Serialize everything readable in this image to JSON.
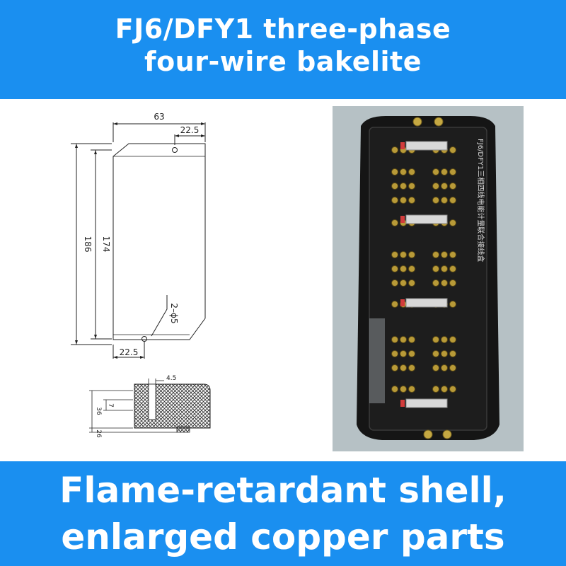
{
  "header": {
    "title_line1": "FJ6/DFY1 three-phase",
    "title_line2": "four-wire bakelite"
  },
  "footer": {
    "title_line1": "Flame-retardant shell,",
    "title_line2": "enlarged copper parts"
  },
  "drawing": {
    "dim_width": "63",
    "dim_top_offset": "22.5",
    "dim_height_outer": "186",
    "dim_height_inner": "174",
    "dim_hole": "2–ϕ5",
    "dim_bottom_offset": "22.5",
    "dim_section_4_5": "4.5",
    "dim_section_7": "7",
    "dim_section_36": "36",
    "dim_section_26": "26"
  },
  "product": {
    "side_label": "FJ6/DFY1三相四线电能计量联合接线盒"
  },
  "colors": {
    "banner": "#1a8ff0",
    "photo_bg": "#b6c1c5",
    "bakelite": "#151515",
    "terminal": "#b89a38"
  }
}
